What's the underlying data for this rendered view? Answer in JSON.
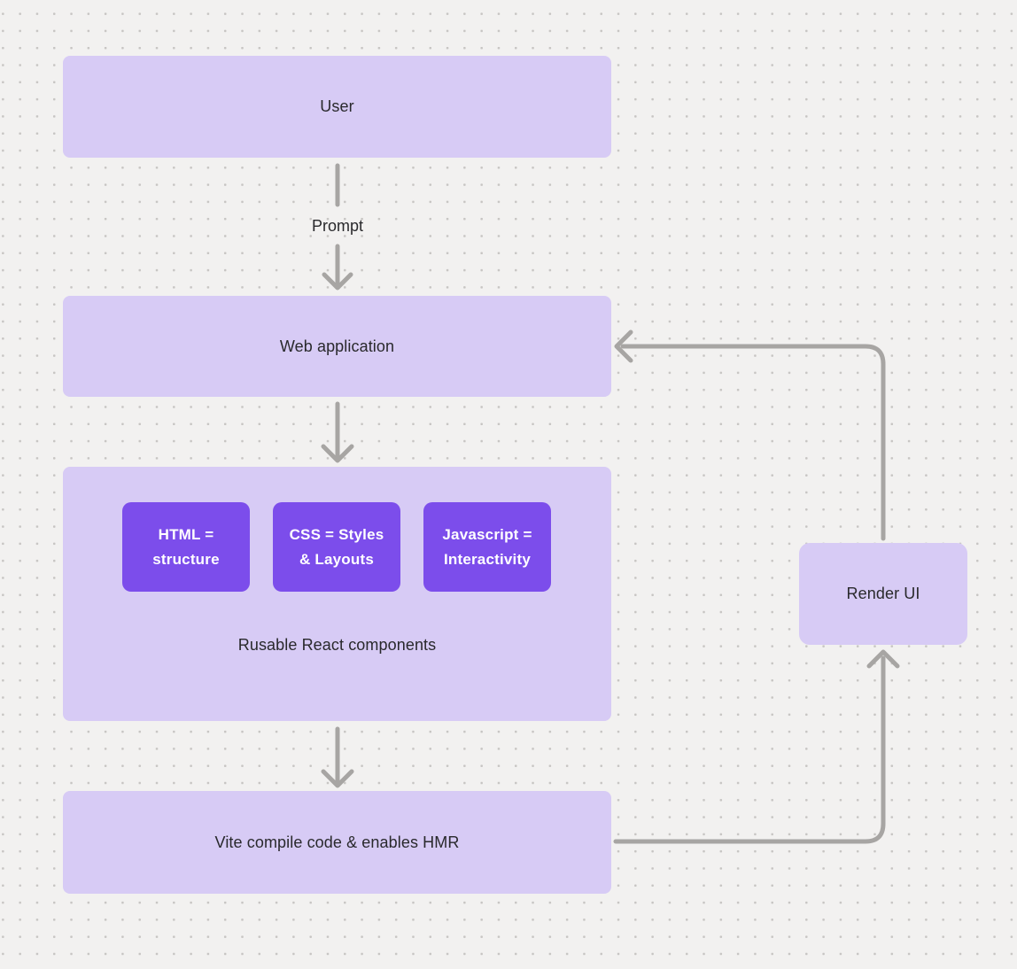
{
  "palette": {
    "canvas_background": "#f2f1f0",
    "dot_grid": "#c7c5c3",
    "node_fill": "#d7cbf5",
    "chip_fill": "#7c4deb",
    "node_text": "#29292c",
    "chip_text": "#ffffff",
    "connector": "#a7a5a3"
  },
  "nodes": {
    "user": {
      "label": "User"
    },
    "web_application": {
      "label": "Web application"
    },
    "components": {
      "label": "Rusable React components",
      "chips": [
        {
          "label": "HTML =\nstructure"
        },
        {
          "label": "CSS = Styles\n& Layouts"
        },
        {
          "label": "Javascript =\nInteractivity"
        }
      ]
    },
    "vite": {
      "label": "Vite compile code & enables HMR"
    },
    "render_ui": {
      "label": "Render UI"
    }
  },
  "edges": {
    "user_to_webapp": {
      "label": "Prompt"
    }
  }
}
